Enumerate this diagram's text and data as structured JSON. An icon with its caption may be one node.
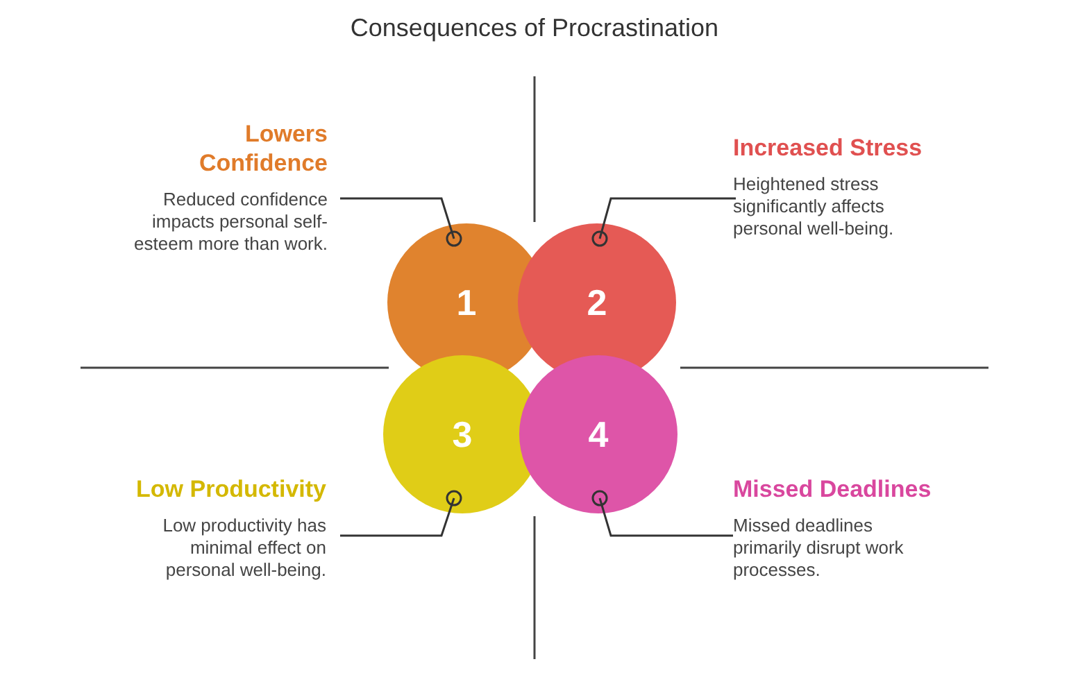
{
  "diagram": {
    "title": "Consequences of Procrastination",
    "nodes": [
      {
        "text": [
          "Lowers Confidence",
          "Reduced confidence impacts personal self-esteem more than work."
        ]
      },
      {
        "text": [
          "Increased Stress",
          "Heightened stress significantly affects personal well-being."
        ]
      },
      {
        "text": [
          "1"
        ]
      },
      {
        "text": [
          "2"
        ]
      },
      {
        "text": [
          "3"
        ]
      },
      {
        "text": [
          "4"
        ]
      },
      {
        "text": [
          "Low Productivity",
          "Low productivity has minimal effect on personal well-being."
        ]
      },
      {
        "text": [
          "Missed Deadlines",
          "Missed deadlines primarily disrupt work processes."
        ]
      }
    ],
    "edges": [
      {
        "from": 0,
        "to": 2,
        "arrow": "other"
      },
      {
        "from": 1,
        "to": 3,
        "arrow": "other"
      },
      {
        "from": 6,
        "to": 4,
        "arrow": "other"
      },
      {
        "from": 7,
        "to": 5,
        "arrow": "other"
      }
    ]
  }
}
